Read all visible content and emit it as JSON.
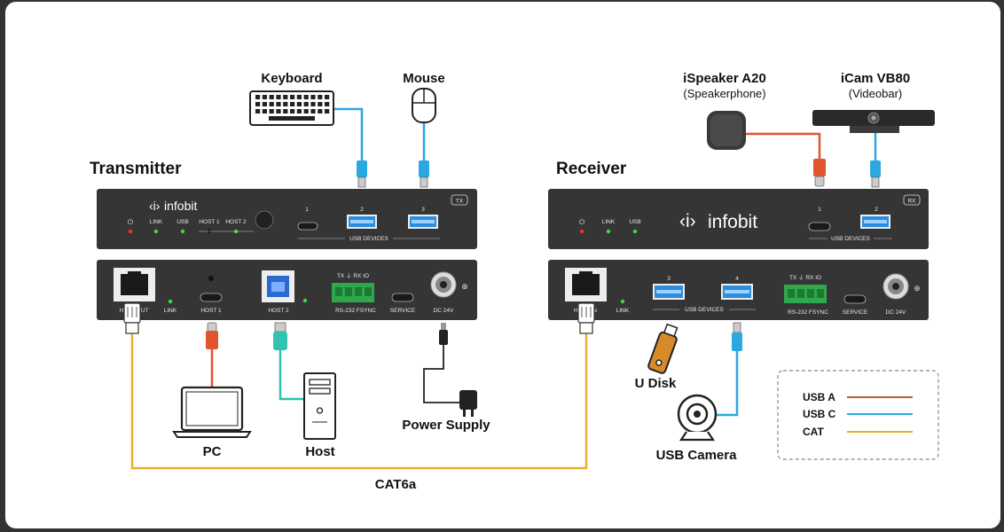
{
  "transmitter": {
    "title": "Transmitter",
    "badge": "TX",
    "brand": "infobit",
    "front": {
      "led_labels": [
        "LINK",
        "USB",
        "HOST 1",
        "HOST 2"
      ],
      "ports": [
        "1",
        "2",
        "3"
      ],
      "group_label": "USB DEVICES"
    },
    "back": {
      "hdbt_label": "HDBT OUT",
      "link_label": "LINK",
      "host1_label": "HOST 1",
      "host2_label": "HOST 2",
      "rs232_pins": "TX  ⏚  RX  IO",
      "rs232_label": "RS-232 FSYNC",
      "service_label": "SERVICE",
      "dc_label": "DC 24V"
    }
  },
  "receiver": {
    "title": "Receiver",
    "badge": "RX",
    "brand": "infobit",
    "front": {
      "led_labels": [
        "LINK",
        "USB"
      ],
      "ports": [
        "1",
        "2"
      ],
      "group_label": "USB DEVICES"
    },
    "back": {
      "hdbt_label": "HDBT IN",
      "link_label": "LINK",
      "ports": [
        "3",
        "4"
      ],
      "group_label": "USB DEVICES",
      "rs232_pins": "TX  ⏚  RX  IO",
      "rs232_label": "RS-232 FSYNC",
      "service_label": "SERVICE",
      "dc_label": "DC 24V"
    }
  },
  "devices": {
    "keyboard": "Keyboard",
    "mouse": "Mouse",
    "speaker_name": "iSpeaker A20",
    "speaker_sub": "(Speakerphone)",
    "cam_name": "iCam VB80",
    "cam_sub": "(Videobar)",
    "pc": "PC",
    "host": "Host",
    "power": "Power Supply",
    "udisk": "U Disk",
    "usb_camera": "USB Camera",
    "cable": "CAT6a"
  },
  "legend": {
    "items": [
      {
        "label": "USB A",
        "color": "#b8642a"
      },
      {
        "label": "USB C",
        "color": "#2aa8e0"
      },
      {
        "label": "CAT",
        "color": "#e8b030"
      }
    ]
  },
  "colors": {
    "usb_a": "#e0552c",
    "usb_c": "#2aa8e0",
    "usb_b": "#2ec4b0",
    "cat": "#e8b030",
    "panel": "#353535"
  }
}
